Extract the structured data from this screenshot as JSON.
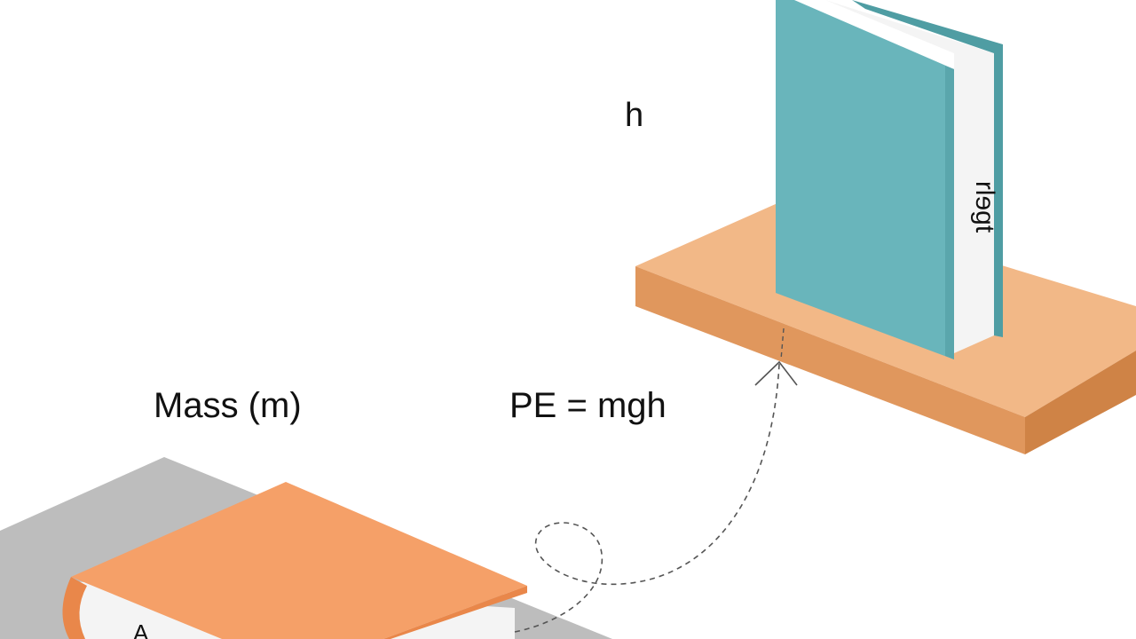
{
  "labels": {
    "height": "h",
    "mass": "Mass (m)",
    "formula": "PE = mgh",
    "spine_upright": "rlɘgt"
  },
  "colors": {
    "background": "#ffffff",
    "floor": "#bdbdbd",
    "shelf_top": "#f2b887",
    "shelf_front": "#e0975d",
    "shelf_side": "#cf8346",
    "book_flat_cover": "#f5a068",
    "book_flat_edge": "#e9874a",
    "book_upright_cover": "#69b5bb",
    "book_upright_edge": "#4f9da3",
    "pages": "#f4f4f4",
    "path_line": "#555555"
  },
  "icons": {
    "arrow": "arrowhead-up-icon",
    "path": "dashed-loop-path"
  }
}
